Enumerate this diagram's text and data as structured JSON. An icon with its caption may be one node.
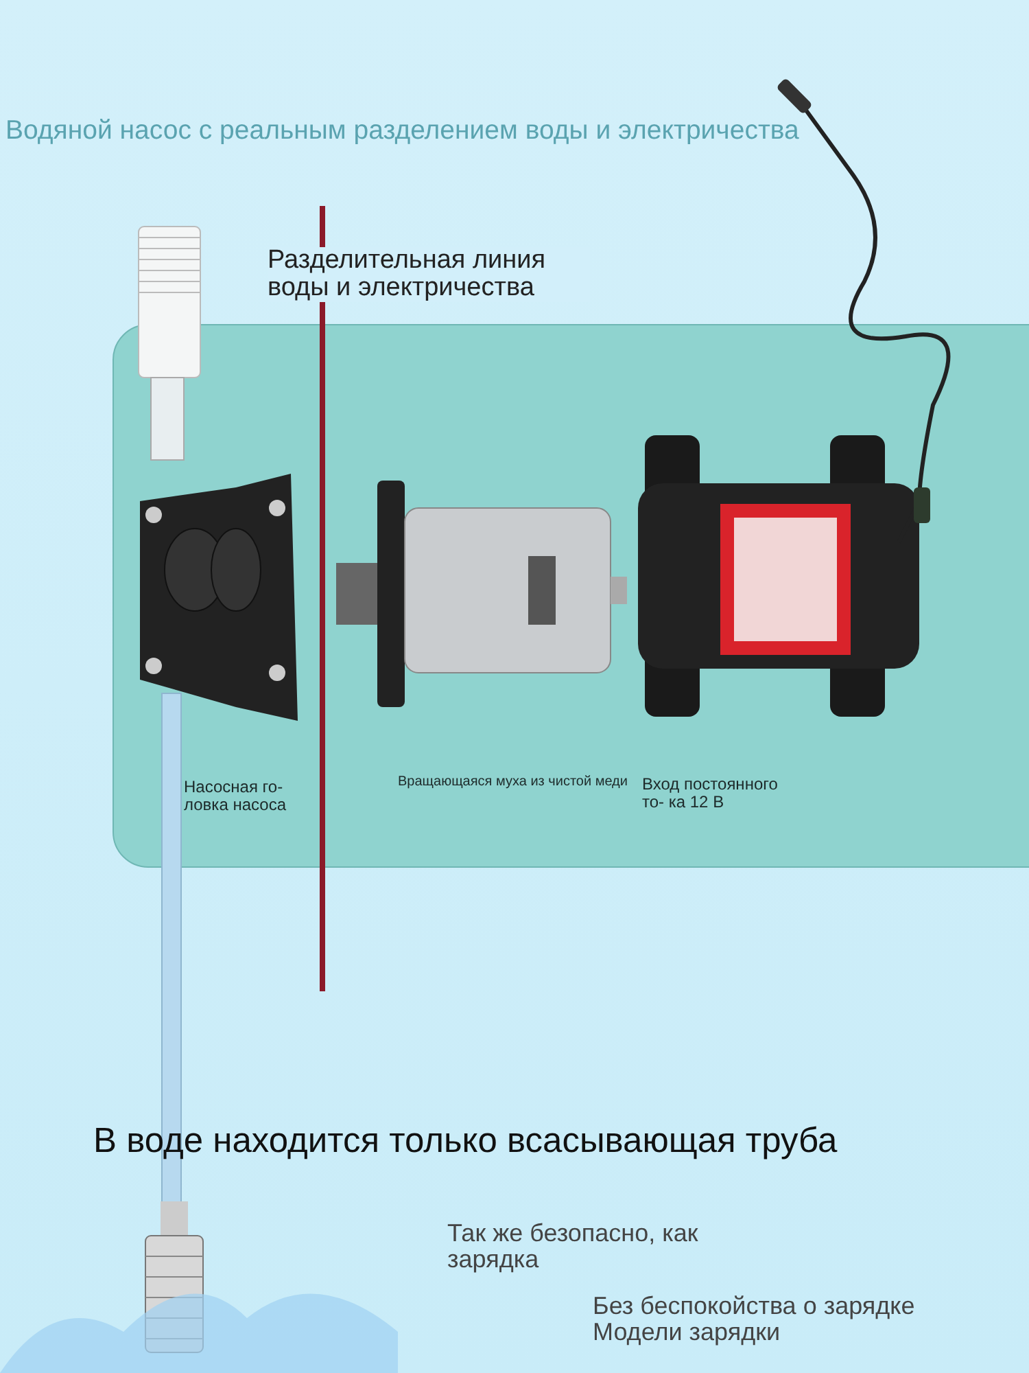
{
  "diagram": {
    "title": "Водяной насос с реальным разделением воды и электричества",
    "labels": [
      "Разделительная линия воды и электричества",
      "Насосная го- ловка насоса",
      "Вращающаяся муха из чистой меди",
      "Вход постоянного то- ка 12 В",
      "В воде находится только всасывающая труба",
      "Так же безопасно, как зарядка",
      "Без беспокойства о зарядке Модели зарядки"
    ]
  }
}
